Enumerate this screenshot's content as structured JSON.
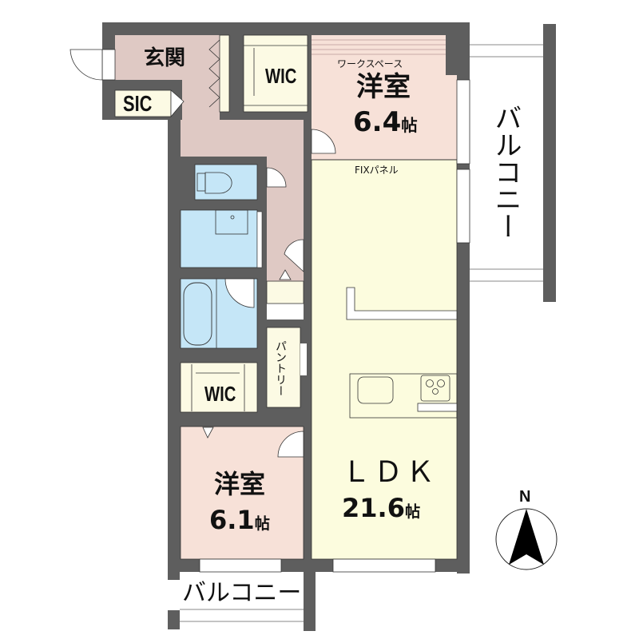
{
  "plan": {
    "colors": {
      "wall": "#5e5e5e",
      "entrance": "#dfc9c4",
      "western_room": "#f7e1d8",
      "ldk": "#fcfcde",
      "storage": "#fcfae4",
      "wet_area": "#c5e6f7",
      "balcony": "#ffffff",
      "outline": "#333333"
    },
    "rooms": {
      "entrance": {
        "label": "玄関"
      },
      "shoe_closet": {
        "label": "SIC"
      },
      "wic_top": {
        "label": "WIC"
      },
      "western_room_top": {
        "label": "洋室",
        "sublabel": "ワークスペース",
        "size": "6.4",
        "unit": "帖"
      },
      "fix_panel": {
        "label": "FIXパネル"
      },
      "pantry": {
        "label": "パントリー"
      },
      "wic_bottom": {
        "label": "WIC"
      },
      "western_room_bottom": {
        "label": "洋室",
        "size": "6.1",
        "unit": "帖"
      },
      "ldk": {
        "label": "ＬＤＫ",
        "size": "21.6",
        "unit": "帖"
      },
      "balcony_right": {
        "label": "バルコニー"
      },
      "balcony_bottom": {
        "label": "バルコニー"
      }
    },
    "compass": {
      "label": "N"
    }
  }
}
